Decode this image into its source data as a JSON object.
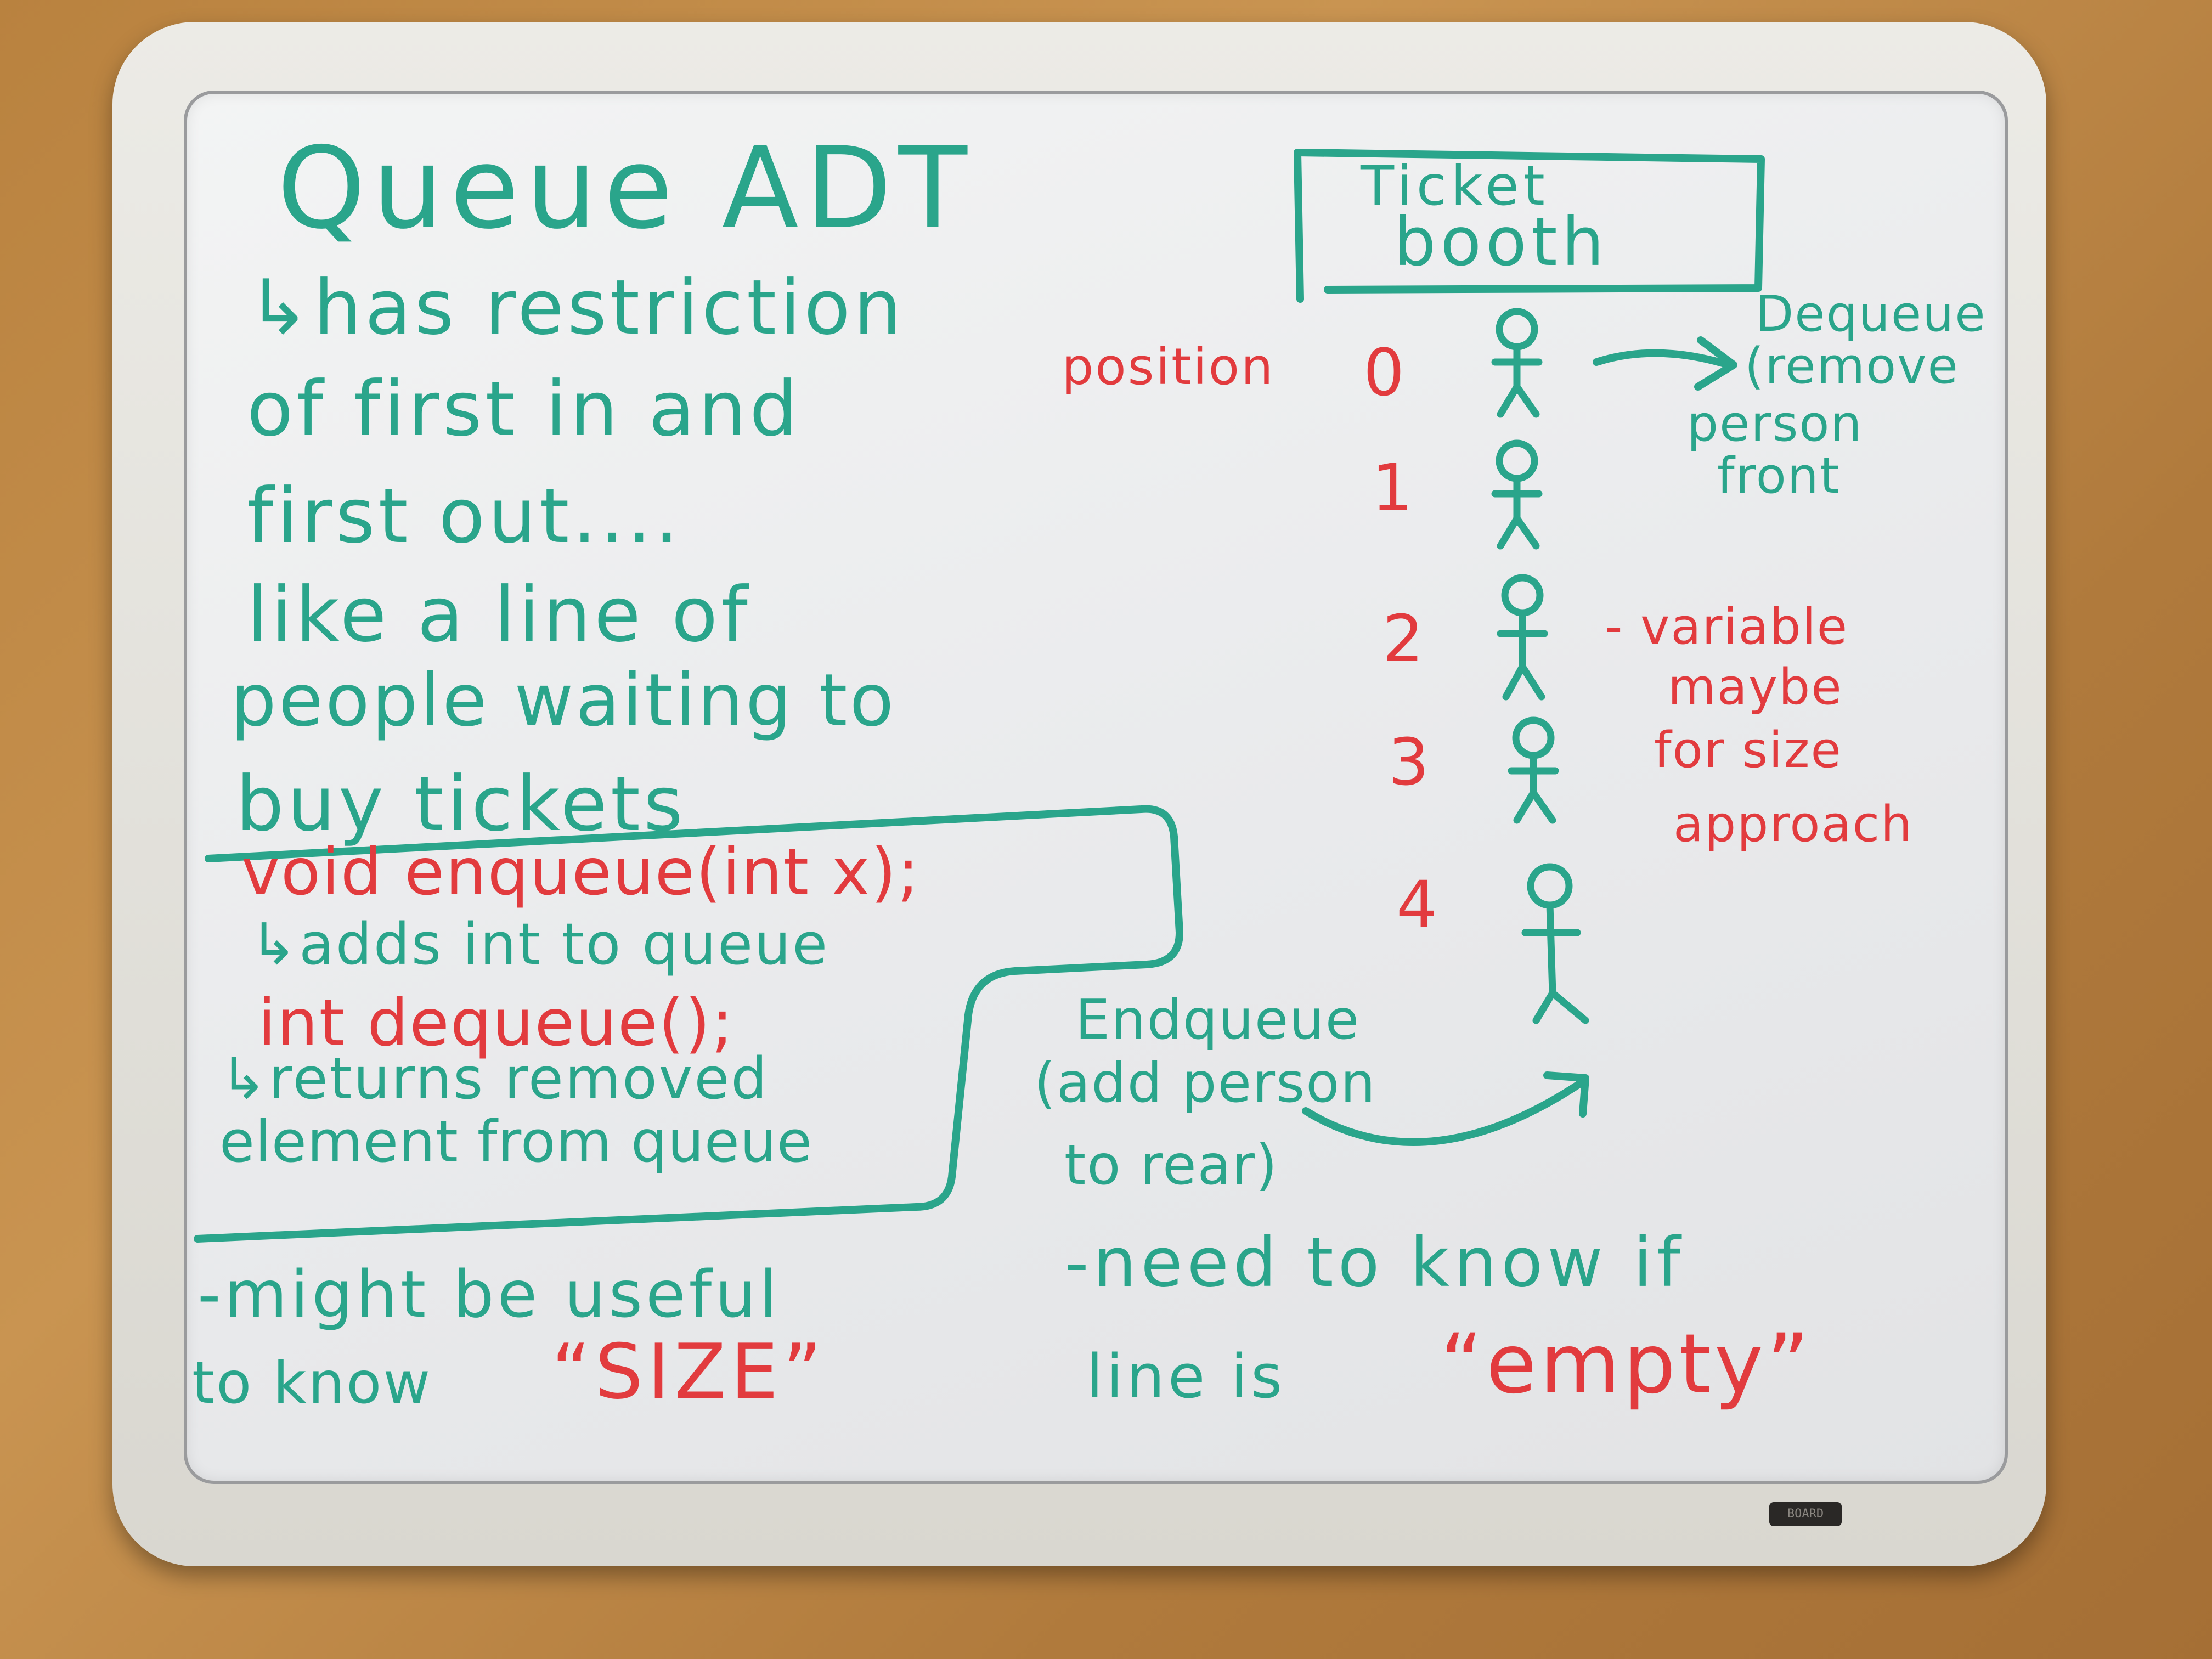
{
  "title": "Queue ADT",
  "definition": [
    "↳has restriction",
    "of first in and",
    "first out....",
    "like a line of",
    "people waiting to",
    "buy tickets"
  ],
  "operations": {
    "enqueue_sig": "void enqueue(int x);",
    "enqueue_desc": "↳adds int to queue",
    "dequeue_sig": "int dequeue();",
    "dequeue_desc": "↳returns removed",
    "dequeue_desc2": "element from queue"
  },
  "size_note": {
    "line1": "-might be useful",
    "line2": "to know",
    "keyword": "“SIZE”"
  },
  "booth": {
    "line1": "Ticket",
    "line2": "booth"
  },
  "position_label": "position",
  "positions": [
    "0",
    "1",
    "2",
    "3",
    "4"
  ],
  "dequeue_note": [
    "Dequeue",
    "(remove",
    "person",
    "front"
  ],
  "variable_note": [
    "- variable",
    "maybe",
    "for size",
    "approach"
  ],
  "enqueue_note": [
    "Endqueue",
    "(add person",
    "to rear)"
  ],
  "empty_note": {
    "line1": "-need to know if",
    "line2": "line is",
    "keyword": "“empty”"
  },
  "brand_text": "BOARD",
  "colors": {
    "green_marker": "#2aa58b",
    "red_marker": "#e23b3e"
  }
}
